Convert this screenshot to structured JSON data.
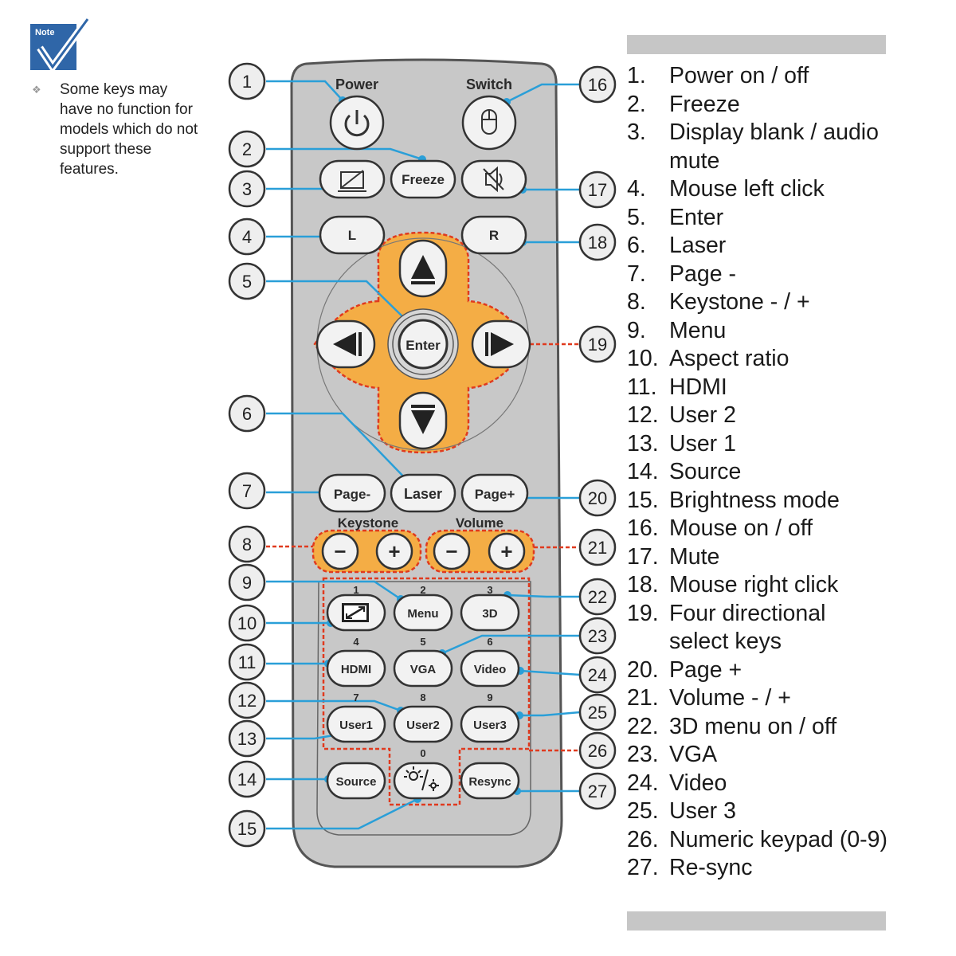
{
  "note": {
    "icon_label": "Note",
    "icon": "check-note-icon",
    "bullet": "diamond-bullet-icon",
    "text": "Some keys may have no function for models which do not support these features."
  },
  "remote": {
    "top_labels": {
      "power": "Power",
      "switch": "Switch"
    },
    "buttons": {
      "freeze": "Freeze",
      "l": "L",
      "r": "R",
      "enter": "Enter",
      "page_minus": "Page-",
      "laser": "Laser",
      "page_plus": "Page+",
      "menu": "Menu",
      "three_d": "3D",
      "hdmi": "HDMI",
      "vga": "VGA",
      "video": "Video",
      "user1": "User1",
      "user2": "User2",
      "user3": "User3",
      "source": "Source",
      "resync": "Resync",
      "key_minus": "−",
      "key_plus": "+",
      "vol_minus": "−",
      "vol_plus": "+"
    },
    "group_labels": {
      "keystone": "Keystone",
      "volume": "Volume"
    },
    "keypad_digits": {
      "d1": "1",
      "d2": "2",
      "d3": "3",
      "d4": "4",
      "d5": "5",
      "d6": "6",
      "d7": "7",
      "d8": "8",
      "d9": "9",
      "d0": "0"
    },
    "icons": {
      "power": "power-icon",
      "switch": "mouse-icon",
      "blank": "display-blank-icon",
      "mute": "mute-icon",
      "up": "arrow-up-icon",
      "down": "arrow-down-icon",
      "left": "arrow-left-icon",
      "right": "arrow-right-icon",
      "aspect": "aspect-ratio-icon",
      "brightness": "brightness-icon"
    }
  },
  "callouts": {
    "c1": "1",
    "c2": "2",
    "c3": "3",
    "c4": "4",
    "c5": "5",
    "c6": "6",
    "c7": "7",
    "c8": "8",
    "c9": "9",
    "c10": "10",
    "c11": "11",
    "c12": "12",
    "c13": "13",
    "c14": "14",
    "c15": "15",
    "c16": "16",
    "c17": "17",
    "c18": "18",
    "c19": "19",
    "c20": "20",
    "c21": "21",
    "c22": "22",
    "c23": "23",
    "c24": "24",
    "c25": "25",
    "c26": "26",
    "c27": "27"
  },
  "legend": [
    {
      "num": "1.",
      "text": "Power on / off"
    },
    {
      "num": "2.",
      "text": "Freeze"
    },
    {
      "num": "3.",
      "text": "Display blank / audio mute"
    },
    {
      "num": "4.",
      "text": "Mouse left click"
    },
    {
      "num": "5.",
      "text": "Enter"
    },
    {
      "num": "6.",
      "text": "Laser"
    },
    {
      "num": "7.",
      "text": "Page -"
    },
    {
      "num": "8.",
      "text": "Keystone - / +"
    },
    {
      "num": "9.",
      "text": "Menu"
    },
    {
      "num": "10.",
      "text": "Aspect ratio"
    },
    {
      "num": "11.",
      "text": "HDMI"
    },
    {
      "num": "12.",
      "text": "User 2"
    },
    {
      "num": "13.",
      "text": "User 1"
    },
    {
      "num": "14.",
      "text": "Source"
    },
    {
      "num": "15.",
      "text": "Brightness mode"
    },
    {
      "num": "16.",
      "text": "Mouse on / off"
    },
    {
      "num": "17.",
      "text": "Mute"
    },
    {
      "num": "18.",
      "text": "Mouse right click"
    },
    {
      "num": "19.",
      "text": "Four directional select keys"
    },
    {
      "num": "20.",
      "text": "Page +"
    },
    {
      "num": "21.",
      "text": "Volume - / +"
    },
    {
      "num": "22.",
      "text": "3D menu on / off"
    },
    {
      "num": "23.",
      "text": "VGA"
    },
    {
      "num": "24.",
      "text": "Video"
    },
    {
      "num": "25.",
      "text": "User 3"
    },
    {
      "num": "26.",
      "text": "Numeric keypad (0-9)"
    },
    {
      "num": "27.",
      "text": "Re-sync"
    }
  ],
  "colors": {
    "callout_line": "#2a9fd8",
    "group_outline": "#e03a1e",
    "group_fill": "#f2a33a",
    "remote_body": "#c8c8c8",
    "legend_bar": "#c6c6c6"
  }
}
